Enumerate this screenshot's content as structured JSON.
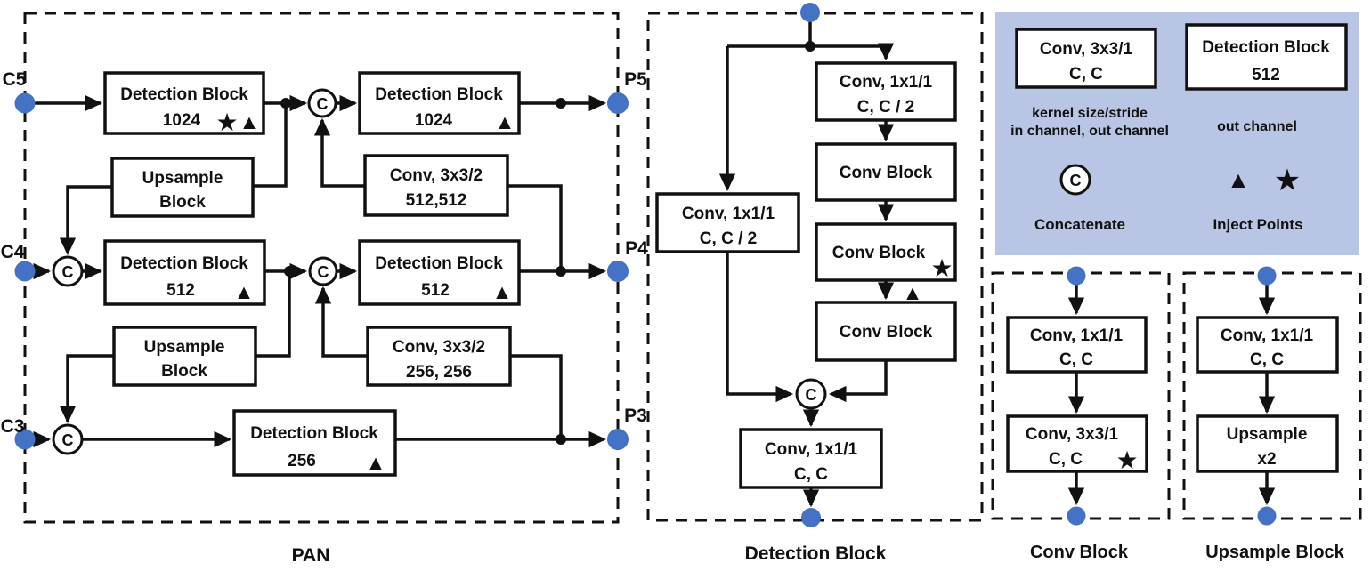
{
  "colors": {
    "dot_blue": "#4472C4",
    "triangle_purple": "#7030A0",
    "star_red": "#E8432C",
    "legend_bg": "#B9C5E4",
    "line_black": "#111111"
  },
  "symbols": {
    "concat": "C",
    "triangle": "▲",
    "star": "★"
  },
  "pan": {
    "caption": "PAN",
    "inputs": {
      "c5": "C5",
      "c4": "C4",
      "c3": "C3"
    },
    "outputs": {
      "p5": "P5",
      "p4": "P4",
      "p3": "P3"
    },
    "boxes": {
      "db1024a": {
        "line1": "Detection Block",
        "line2": "1024"
      },
      "db1024b": {
        "line1": "Detection Block",
        "line2": "1024"
      },
      "upsample1": {
        "line1": "Upsample",
        "line2": "Block"
      },
      "conv512": {
        "line1": "Conv, 3x3/2",
        "line2": "512,512"
      },
      "db512a": {
        "line1": "Detection Block",
        "line2": "512"
      },
      "db512b": {
        "line1": "Detection Block",
        "line2": "512"
      },
      "upsample2": {
        "line1": "Upsample",
        "line2": "Block"
      },
      "conv256": {
        "line1": "Conv, 3x3/2",
        "line2": "256, 256"
      },
      "db256": {
        "line1": "Detection Block",
        "line2": "256"
      }
    }
  },
  "detection_block": {
    "caption": "Detection Block",
    "boxes": {
      "conv_right": {
        "line1": "Conv, 1x1/1",
        "line2": "C, C / 2"
      },
      "conv_block1": {
        "line1": "Conv Block"
      },
      "conv_block2": {
        "line1": "Conv Block"
      },
      "conv_block3": {
        "line1": "Conv Block"
      },
      "conv_left": {
        "line1": "Conv, 1x1/1",
        "line2": "C, C / 2"
      },
      "conv_final": {
        "line1": "Conv, 1x1/1",
        "line2": "C, C"
      }
    }
  },
  "legend": {
    "conv_box": {
      "line1": "Conv, 3x3/1",
      "line2": "C, C"
    },
    "conv_caption_line1": "kernel size/stride",
    "conv_caption_line2": "in channel, out channel",
    "detection_box": {
      "line1": "Detection Block",
      "line2": "512"
    },
    "detection_caption": "out channel",
    "concat_caption": "Concatenate",
    "inject_caption": "Inject Points"
  },
  "conv_block_panel": {
    "caption": "Conv Block",
    "boxes": {
      "conv1": {
        "line1": "Conv, 1x1/1",
        "line2": "C, C"
      },
      "conv2": {
        "line1": "Conv, 3x3/1",
        "line2": "C, C"
      }
    }
  },
  "upsample_block_panel": {
    "caption": "Upsample Block",
    "boxes": {
      "conv1": {
        "line1": "Conv, 1x1/1",
        "line2": "C, C"
      },
      "upsample": {
        "line1": "Upsample",
        "line2": "x2"
      }
    }
  }
}
